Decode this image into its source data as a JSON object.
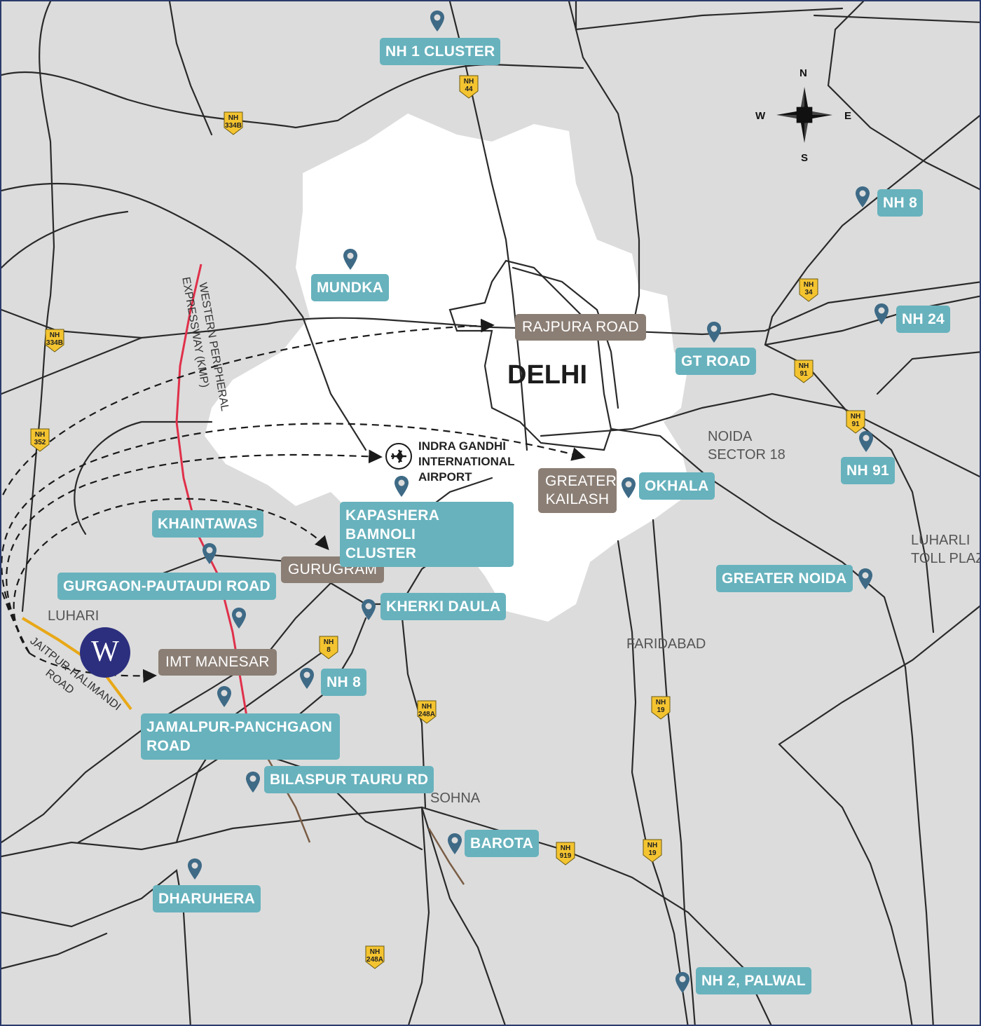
{
  "city": "DELHI",
  "airport": {
    "line1": "INDRA GANDHI",
    "line2": "INTERNATIONAL",
    "line3": "AIRPORT"
  },
  "compass": {
    "n": "N",
    "s": "S",
    "e": "E",
    "w": "W"
  },
  "logo_letter": "W",
  "teal_labels": {
    "nh1_cluster": "NH 1 CLUSTER",
    "mundka": "MUNDKA",
    "gt_road": "GT ROAD",
    "nh8_ne": "NH 8",
    "nh24": "NH 24",
    "nh91": "NH 91",
    "okhala": "OKHALA",
    "kapashera_l1": "KAPASHERA BAMNOLI",
    "kapashera_l2": "CLUSTER",
    "khaintawas": "KHAINTAWAS",
    "gurgaon_pautaudi": "GURGAON-PAUTAUDI ROAD",
    "kherki_daula": "KHERKI DAULA",
    "greater_noida": "GREATER NOIDA",
    "nh8_sw": "NH 8",
    "jamalpur_l1": "JAMALPUR-PANCHGAON",
    "jamalpur_l2": "ROAD",
    "bilaspur": "BILASPUR TAURU RD",
    "barota": "BAROTA",
    "dharuhera": "DHARUHERA",
    "nh2_palwal": "NH 2, PALWAL"
  },
  "brown_labels": {
    "rajpura": "RAJPURA ROAD",
    "greater_kailash_l1": "GREATER",
    "greater_kailash_l2": "KAILASH",
    "gurugram": "GURUGRAM",
    "imt_manesar": "IMT MANESAR"
  },
  "places": {
    "noida_l1": "NOIDA",
    "noida_l2": "SECTOR 18",
    "luharli_l1": "LUHARLI",
    "luharli_l2": "TOLL PLAZ",
    "faridabad": "FARIDABAD",
    "sohna": "SOHNA",
    "luhari": "LUHARI"
  },
  "road_names": {
    "kmp_l1": "WESTERN PERIPHERAL",
    "kmp_l2": "EXPRESSWAY (KMP)",
    "jaitpur_l1": "JAITPUR-HALIMANDI",
    "jaitpur_l2": "ROAD"
  },
  "highway_shields": [
    {
      "id": "nh44",
      "line1": "NH",
      "line2": "44"
    },
    {
      "id": "nh334b_top",
      "line1": "NH",
      "line2": "334B"
    },
    {
      "id": "nh334b_left",
      "line1": "NH",
      "line2": "334B"
    },
    {
      "id": "nh352",
      "line1": "NH",
      "line2": "352"
    },
    {
      "id": "nh34",
      "line1": "NH",
      "line2": "34"
    },
    {
      "id": "nh91_a",
      "line1": "NH",
      "line2": "91"
    },
    {
      "id": "nh91_b",
      "line1": "NH",
      "line2": "91"
    },
    {
      "id": "nh8_shield",
      "line1": "NH",
      "line2": "8"
    },
    {
      "id": "nh248a_top",
      "line1": "NH",
      "line2": "248A"
    },
    {
      "id": "nh19_top",
      "line1": "NH",
      "line2": "19"
    },
    {
      "id": "nh919",
      "line1": "NH",
      "line2": "919"
    },
    {
      "id": "nh19_bottom",
      "line1": "NH",
      "line2": "19"
    },
    {
      "id": "nh248a_bottom",
      "line1": "NH",
      "line2": "248A"
    }
  ],
  "colors": {
    "background": "#dcdcdc",
    "delhi_area": "#ffffff",
    "teal_label": "#67b2bd",
    "brown_label": "#8b7e74",
    "road": "#2a2a2a",
    "expressway": "#e0304a",
    "jaitpur_road": "#e8a817",
    "shield": "#f4c430",
    "pin": "#3e6a86",
    "logo": "#2c2f7e"
  }
}
